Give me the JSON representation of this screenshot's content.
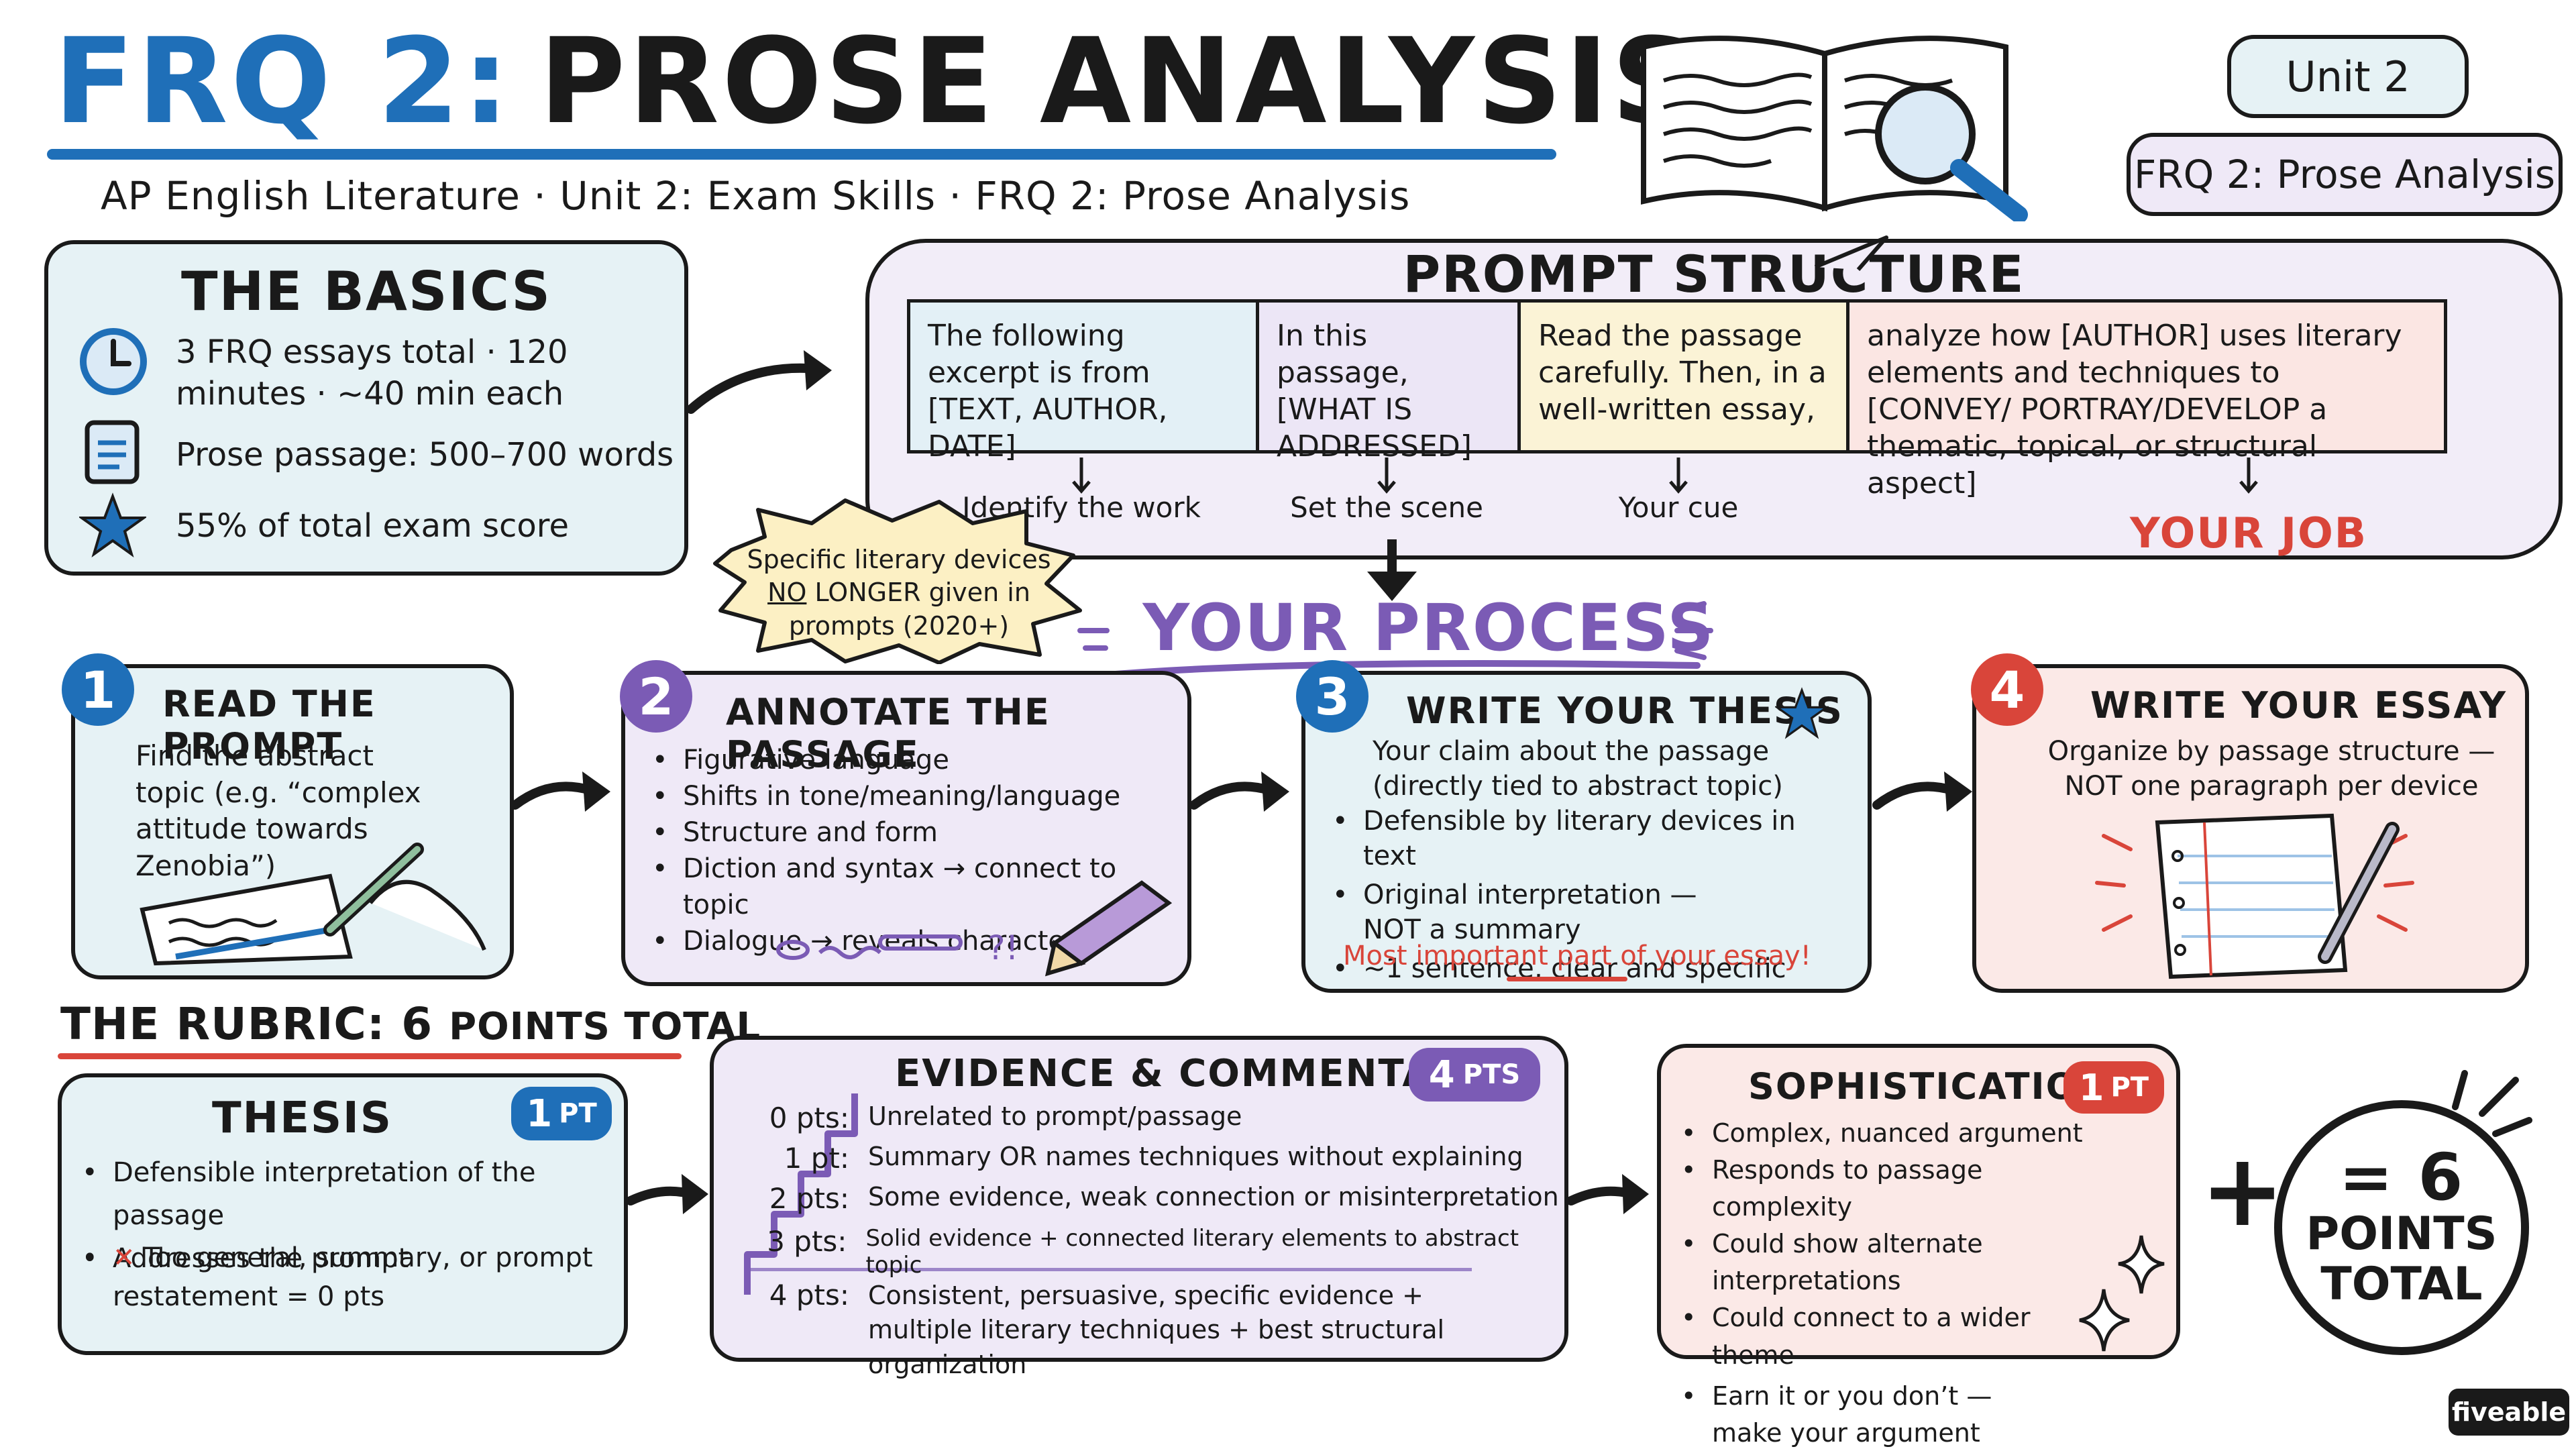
{
  "header": {
    "title_a": "FRQ 2:",
    "title_b": "PROSE ANALYSIS",
    "subtitle": "AP English Literature · Unit 2: Exam Skills · FRQ 2: Prose Analysis",
    "tag_unit": "Unit 2",
    "tag_frq": "FRQ 2: Prose Analysis"
  },
  "basics": {
    "title": "THE BASICS",
    "items": [
      {
        "icon": "clock-icon",
        "text": "3 FRQ essays total · 120 minutes · ~40 min each"
      },
      {
        "icon": "document-icon",
        "text": "Prose passage: 500–700 words"
      },
      {
        "icon": "star-icon",
        "text": "55% of total exam score"
      }
    ]
  },
  "prompt_structure": {
    "title": "PROMPT STRUCTURE",
    "columns": [
      {
        "text": "The following excerpt is from [TEXT, AUTHOR, DATE]",
        "label": "Identify the work",
        "color": "#e3f0f6"
      },
      {
        "text": "In this passage, [WHAT IS ADDRESSED]",
        "label": "Set the scene",
        "color": "#ece6f6"
      },
      {
        "text": "Read the passage carefully. Then, in a well-written essay,",
        "label": "Your cue",
        "color": "#fbf3d6"
      },
      {
        "text": "analyze how [AUTHOR] uses literary elements and techniques to [CONVEY/ PORTRAY/DEVELOP a thematic, topical, or structural aspect]",
        "label": "YOUR JOB",
        "color": "#fbe6e3"
      }
    ]
  },
  "note_burst": {
    "line1": "Specific literary devices",
    "line2a": "NO",
    "line2b": " LONGER given in",
    "line3": "prompts (2020+)"
  },
  "process": {
    "title": "YOUR PROCESS",
    "steps": [
      {
        "num": "1",
        "title": "READ THE PROMPT",
        "text": "Find the abstract topic (e.g. “complex attitude towards Zenobia”)"
      },
      {
        "num": "2",
        "title": "ANNOTATE THE PASSAGE",
        "bullets": [
          "Figurative language",
          "Shifts in tone/meaning/language",
          "Structure and form",
          "Diction and syntax → connect to topic",
          "Dialogue → reveals character"
        ],
        "marks": "?!"
      },
      {
        "num": "3",
        "title": "WRITE YOUR THESIS",
        "intro": "Your claim about the passage (directly tied to abstract topic)",
        "bullets": [
          "Defensible by literary devices in text",
          "Original interpretation — NOT a summary",
          "~1 sentence, clear and specific"
        ],
        "note": "Most important part of your essay!"
      },
      {
        "num": "4",
        "title": "WRITE YOUR ESSAY",
        "text": "Organize by passage structure — NOT one paragraph per device"
      }
    ]
  },
  "rubric": {
    "heading_a": "THE RUBRIC: 6 ",
    "heading_b": "POINTS TOTAL",
    "thesis": {
      "title": "THESIS",
      "badge_num": "1",
      "badge_unit": "PT",
      "bullets": [
        "Defensible interpretation of the passage",
        "Addresses the prompt"
      ],
      "warn": "Too general, summary, or prompt restatement = 0 pts"
    },
    "evidence": {
      "title": "EVIDENCE & COMMENTARY",
      "badge_num": "4",
      "badge_unit": "PTS",
      "rows": [
        {
          "pts": "0 pts:",
          "text": "Unrelated to prompt/passage"
        },
        {
          "pts": "1 pt:",
          "text": "Summary OR names techniques without explaining"
        },
        {
          "pts": "2 pts:",
          "text": "Some evidence, weak connection or misinterpretation"
        },
        {
          "pts": "3 pts:",
          "text": "Solid evidence + connected literary elements to abstract topic"
        },
        {
          "pts": "4 pts:",
          "text": "Consistent, persuasive, specific evidence + multiple literary techniques + best structural organization"
        }
      ]
    },
    "sophistication": {
      "title": "SOPHISTICATION",
      "badge_num": "1",
      "badge_unit": "PT",
      "bullets": [
        "Complex, nuanced argument",
        "Responds to passage complexity",
        "Could show alternate interpretations",
        "Could connect to a wider theme",
        "Earn it or you don’t — make your argument sing!"
      ]
    },
    "plus": "+",
    "total_num": "= 6",
    "total_line1": "POINTS",
    "total_line2": "TOTAL"
  },
  "logo": "fiveable",
  "colors": {
    "blue": "#1f6fb8",
    "purple": "#7b5bb5",
    "red": "#d9453a",
    "ink": "#1a1a1a"
  }
}
